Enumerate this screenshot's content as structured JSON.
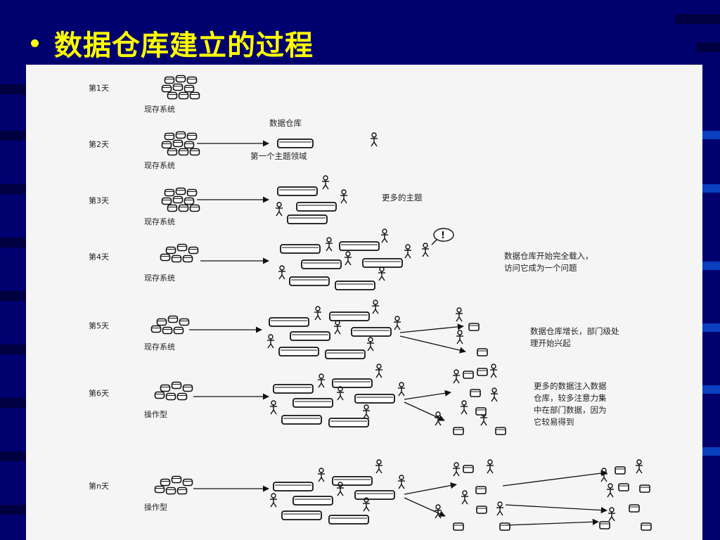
{
  "slide": {
    "title": "数据仓库建立的过程",
    "colors": {
      "background": "#00006e",
      "title": "#ffff00",
      "panel": "#f5f5f5"
    }
  },
  "diagram": {
    "day_labels": [
      "第1天",
      "第2天",
      "第3天",
      "第4天",
      "第5天",
      "第6天",
      "第n天"
    ],
    "source_labels": [
      "现存系统",
      "现存系统",
      "现存系统",
      "现存系统",
      "现存系统",
      "操作型",
      "操作型"
    ],
    "top_label": "数据仓库",
    "subject_label": "第一个主题领域",
    "note_day3": "更多的主题",
    "note_day4": [
      "数据仓库开始完全载入，",
      "访问它成为一个问题"
    ],
    "note_day5": [
      "数据仓库增长，部门级处",
      "理开始兴起"
    ],
    "note_day6": [
      "更多的数据注入数据",
      "仓库，较多注意力集",
      "中在部门数据，因为",
      "它较易得到"
    ]
  }
}
